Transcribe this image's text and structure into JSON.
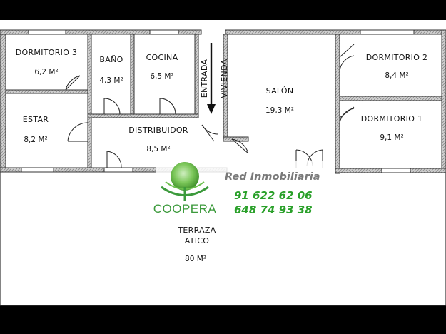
{
  "plan": {
    "rooms": [
      {
        "name": "DORMITORIO 3",
        "area": "6,2 M²"
      },
      {
        "name": "BAÑO",
        "area": "4,3 M²"
      },
      {
        "name": "COCINA",
        "area": "6,5 M²"
      },
      {
        "name": "SALÓN",
        "area": "19,3 M²"
      },
      {
        "name": "DORMITORIO 2",
        "area": "8,4 M²"
      },
      {
        "name": "ESTAR",
        "area": "8,2 M²"
      },
      {
        "name": "DISTRIBUIDOR",
        "area": "8,5 M²"
      },
      {
        "name": "DORMITORIO 1",
        "area": "9,1 M²"
      }
    ],
    "terrace": {
      "line1": "TERRAZA",
      "line2": "ATICO",
      "area": "80 M²"
    },
    "entrance": {
      "line1": "ENTRADA",
      "line2": "VIVIENDA"
    }
  },
  "branding": {
    "agency": "Red Inmobiliaria",
    "phone1": "91 622 62 06",
    "phone2": "648 74 93 38",
    "logo_text": "COOPERA",
    "colors": {
      "agency": "#7a7a7a",
      "phones": "#2aa02a",
      "logo": "#3c9a3c"
    }
  }
}
